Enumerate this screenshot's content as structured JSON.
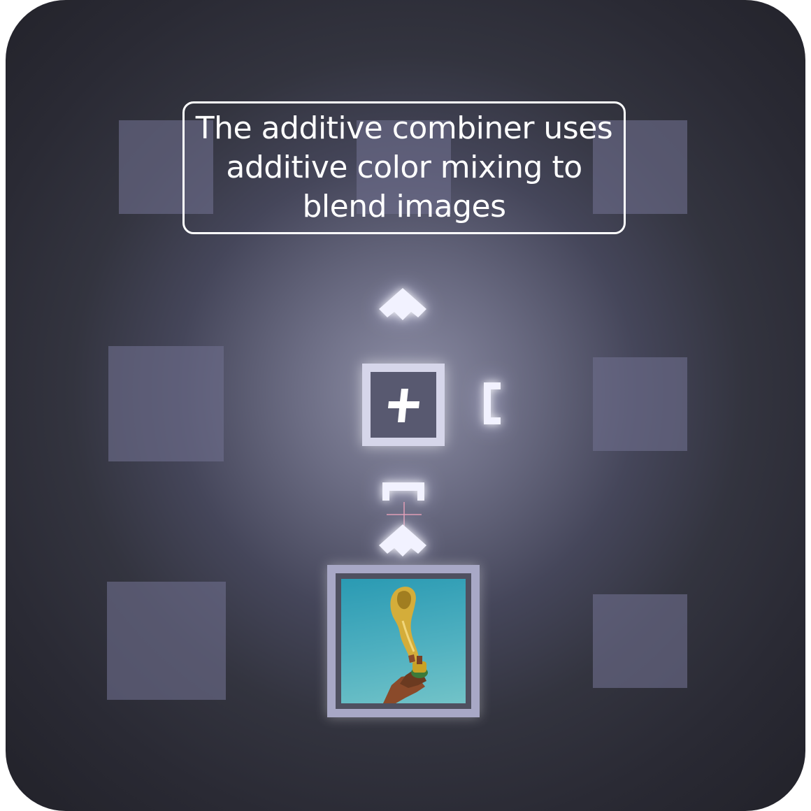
{
  "tooltip": {
    "text": "The additive combiner uses additive color mixing to blend images"
  },
  "colors": {
    "board_background": "#2a2a34",
    "board_glow": "#8d8ea6",
    "tile": "#6e6e8c",
    "tooltip_border": "#ffffff",
    "combiner_frame": "#d6d6ea",
    "source_frame": "#a8a8c6",
    "image_sky": "#2a9ab3",
    "trophy_gold": "#c9a227"
  },
  "pieces": {
    "combiner": {
      "icon": "plus-icon",
      "type": "additive combiner"
    },
    "source": {
      "icon": "trophy-image",
      "content": "hand holding golden trophy against blue sky"
    },
    "conveyors": [
      "chevron-up-icon",
      "chevron-up-icon"
    ],
    "connectors": [
      "bracket-right-icon",
      "bracket-top-icon"
    ]
  }
}
